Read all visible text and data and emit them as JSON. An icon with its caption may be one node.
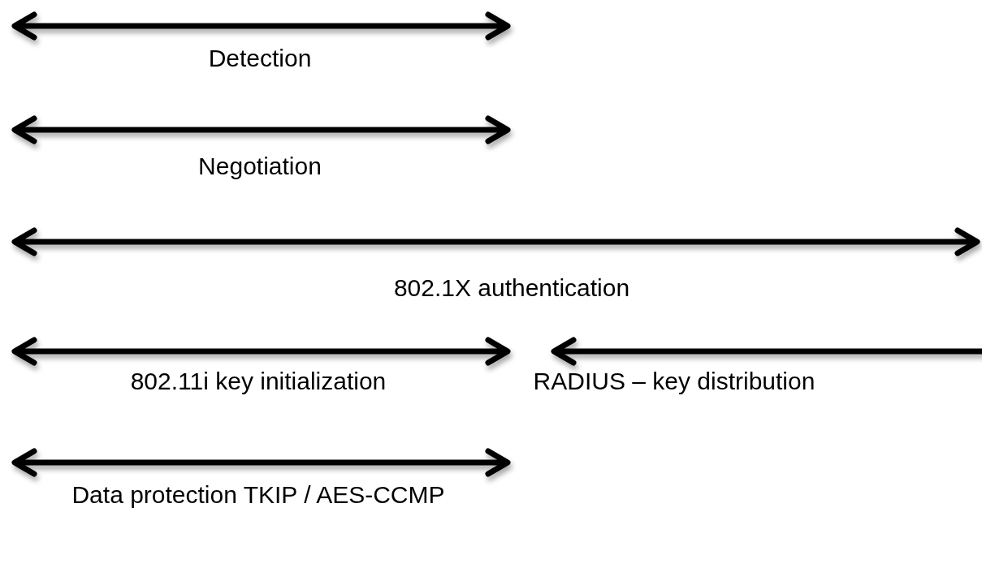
{
  "diagram": {
    "labels": [
      "Detection",
      "Negotiation",
      "802.1X authentication",
      "802.11i key initialization",
      "RADIUS – key distribution",
      "Data protection TKIP / AES-CCMP"
    ]
  }
}
